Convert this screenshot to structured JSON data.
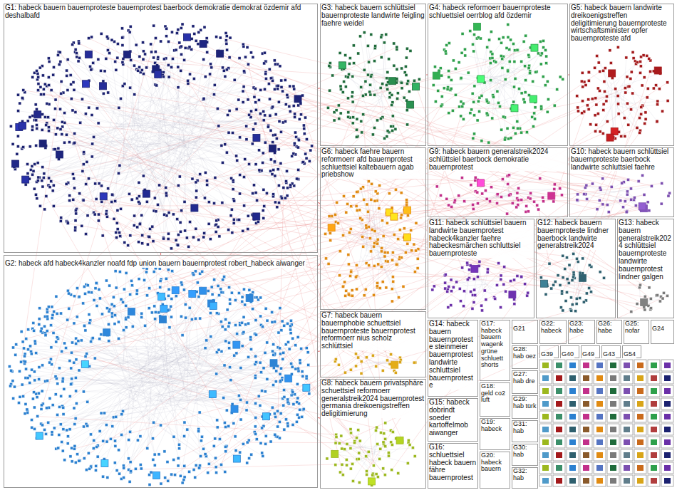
{
  "diagram": {
    "nodes": [
      {
        "text": [
          "G1: habeck bauern bauernproteste bauernprotest baerbock demokratie demokrat özdemir afd deshalbafd"
        ]
      },
      {
        "text": [
          "G2: habeck afd habeck4kanzler noafd fdp union bauern bauernprotest robert_habeck aiwanger"
        ]
      },
      {
        "text": [
          "G3: habeck bauern schlüttsiel bauernproteste landwirte feigling faehre weidel"
        ]
      },
      {
        "text": [
          "G4: habeck reformoerr bauernproteste schluettsiel oerrblog afd özdemir"
        ]
      },
      {
        "text": [
          "G5: habeck bauern landwirte dreikoenigstreffen deligitimierung bauernproteste wirtschaftsminister opfer bauernproteste afd"
        ]
      },
      {
        "text": [
          "G6: habeck faehre bauern reformoerr afd bauernprotest schluettsiel kaltebauern agab priebshow"
        ]
      },
      {
        "text": [
          "G7: habeck bauern bauernphobie schuettsiel bauernproteste bauernprotest reformoerr nius scholz schlüttsiel"
        ]
      },
      {
        "text": [
          "G8: habeck bauern privatsphäre schuettsiel reformoerr generalstreik2024 bauernprotest germania dreikoenigstreffen deligitimierung"
        ]
      },
      {
        "text": [
          "G9: habeck bauern generalstreik2024 schlüttsiel baerbock demokratie bauernprotest"
        ]
      },
      {
        "text": [
          "G10: habeck bauern schlüttsiel bauernproteste baerbock landwirte schluttsiel faehre"
        ]
      },
      {
        "text": [
          "G11: habeck schlüttsiel bauern landwirte bauernprotest habeck4kanzler faehre habeckesmärchen schluttsiel bauernproteste"
        ]
      },
      {
        "text": [
          "G12: habeck bauern bauernproteste lindner baerbock landwirte generalstreik2024"
        ]
      },
      {
        "text": [
          "G13: habeck bauern generalstreik2024 schlüttsiel bauernproteste landwirte bauernprotest lindner galgen"
        ]
      },
      {
        "text": [
          "G14: habeck bauern bauernproteste steinmeier bauernprotest landwirte schluttsiel bauernproteste"
        ]
      },
      {
        "text": [
          "G15: habeck dobrindt soeder kartoffelmob aiwanger"
        ]
      },
      {
        "text": [
          "G16: schluettsiel habeck bauern fähre bauernprotest"
        ]
      },
      {
        "text": [
          "G17: habeck bauern wagenk grüne schluett shorts"
        ]
      },
      {
        "text": [
          "G18: geld co2 luft"
        ]
      },
      {
        "text": [
          "G19: habeck"
        ]
      },
      {
        "text": [
          "G20: habeck bauern"
        ]
      },
      {
        "text": [
          "G21"
        ]
      },
      {
        "text": [
          "G22: habeck"
        ]
      },
      {
        "text": [
          "G23: habe"
        ]
      },
      {
        "text": [
          "G26: habe"
        ]
      },
      {
        "text": [
          "G25: nofar"
        ]
      },
      {
        "text": [
          "G24"
        ]
      },
      {
        "text": [
          "G28: hab oez"
        ]
      },
      {
        "text": [
          "G27: hab dre"
        ]
      },
      {
        "text": [
          "G29: hab türk"
        ]
      },
      {
        "text": [
          "G31: hab"
        ]
      },
      {
        "text": [
          "G30: hab"
        ]
      },
      {
        "text": [
          "G32: hab"
        ]
      },
      {
        "text": [
          "G39"
        ]
      },
      {
        "text": [
          "G40"
        ]
      },
      {
        "text": [
          "G49"
        ]
      },
      {
        "text": [
          "G43"
        ]
      },
      {
        "text": [
          "G54"
        ]
      }
    ],
    "edges": [
      {
        "from": 0,
        "to": 1,
        "arrow": "none"
      },
      {
        "from": 0,
        "to": 2,
        "arrow": "none"
      },
      {
        "from": 0,
        "to": 5,
        "arrow": "none"
      },
      {
        "from": 1,
        "to": 6,
        "arrow": "none"
      },
      {
        "from": 1,
        "to": 7,
        "arrow": "none"
      },
      {
        "from": 1,
        "to": 5,
        "arrow": "none"
      },
      {
        "from": 2,
        "to": 3,
        "arrow": "none"
      },
      {
        "from": 3,
        "to": 4,
        "arrow": "none"
      }
    ]
  }
}
